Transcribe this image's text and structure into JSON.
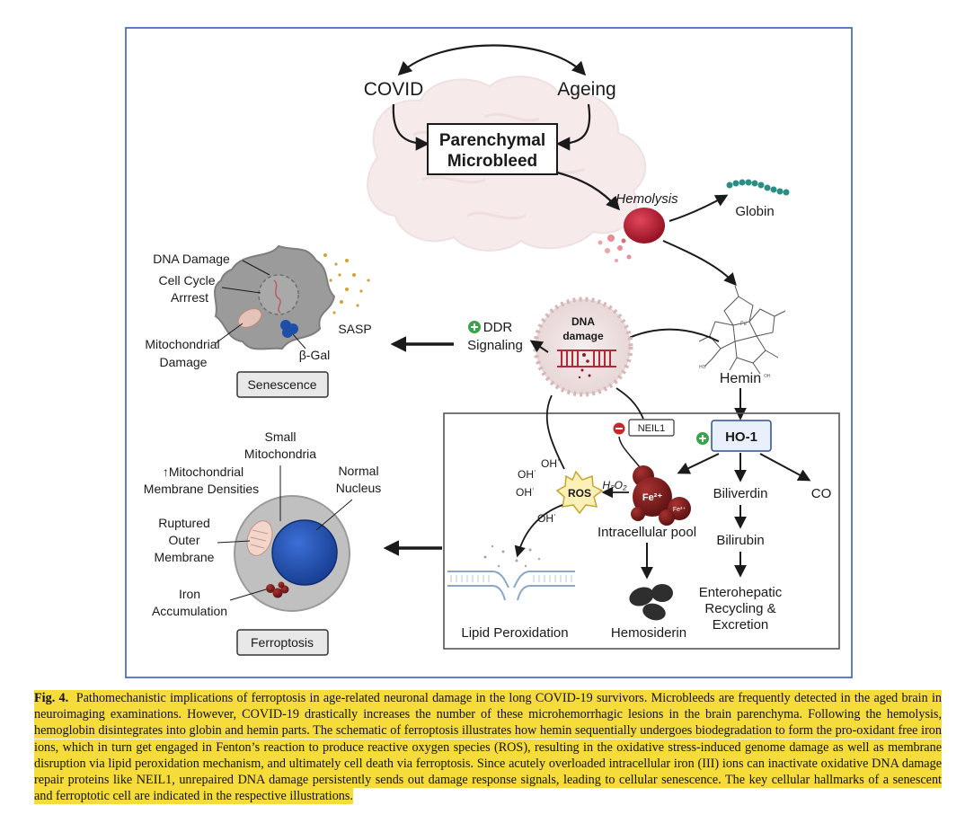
{
  "diagram": {
    "covid": "COVID",
    "ageing": "Ageing",
    "microbleed_line1": "Parenchymal",
    "microbleed_line2": "Microbleed",
    "hemolysis": "Hemolysis",
    "globin": "Globin",
    "hemin": "Hemin",
    "dna_damage_line1": "DNA",
    "dna_damage_line2": "damage",
    "ddr_line1": "DDR",
    "ddr_line2": "Signaling",
    "neil1": "NEIL1",
    "ho1": "HO-1",
    "biliverdin": "Biliverdin",
    "co": "CO",
    "bilirubin": "Bilirubin",
    "enterohepatic_line1": "Enterohepatic",
    "enterohepatic_line2": "Recycling &",
    "enterohepatic_line3": "Excretion",
    "ros": "ROS",
    "h2o2": "H₂O₂",
    "fe2": "Fe²⁺",
    "fe3": "Fe³⁺",
    "oh_radical": "OH˙",
    "intracellular_pool": "Intracellular pool",
    "lipid_peroxidation": "Lipid Peroxidation",
    "hemosiderin": "Hemosiderin",
    "senescence": {
      "dna_damage": "DNA Damage",
      "cell_cycle_line1": "Cell Cycle",
      "cell_cycle_line2": "Arrrest",
      "mito_line1": "Mitochondrial",
      "mito_line2": "Damage",
      "beta_gal": "β-Gal",
      "sasp": "SASP",
      "box_label": "Senescence"
    },
    "ferroptosis": {
      "small_mito_line1": "Small",
      "small_mito_line2": "Mitochondria",
      "membrane_dens_line1": "↑Mitochondrial",
      "membrane_dens_line2": "Membrane Densities",
      "normal_nucleus_line1": "Normal",
      "normal_nucleus_line2": "Nucleus",
      "ruptured_line1": "Ruptured",
      "ruptured_line2": "Outer",
      "ruptured_line3": "Membrane",
      "iron_line1": "Iron",
      "iron_line2": "Accumulation",
      "box_label": "Ferroptosis"
    },
    "colors": {
      "frame": "#4a6fc4",
      "blood_red": "#b3122a",
      "iron_dark": "#6e1414",
      "nucleus_blue": "#1f4fb0",
      "cell_grey": "#b8b8b8",
      "ho1_box": "#e9f0fb",
      "plus_green": "#3aa34a",
      "minus_red": "#c62828",
      "brain_pink": "#ecd6d6"
    }
  },
  "caption": {
    "label": "Fig. 4.",
    "text": "Pathomechanistic implications of ferroptosis in age-related neuronal damage in the long COVID-19 survivors. Microbleeds are frequently detected in the aged brain in neuroimaging examinations. However, COVID-19 drastically increases the number of these microhemorrhagic lesions in the brain parenchyma. Following the hemolysis, hemoglobin disintegrates into globin and hemin parts. The schematic of ferroptosis illustrates how hemin sequentially undergoes biodegradation to form the pro-oxidant free iron ions, which in turn get engaged in Fenton’s reaction to produce reactive oxygen species (ROS), resulting in the oxidative stress-induced genome damage as well as membrane disruption via lipid peroxidation mechanism, and ultimately cell death via ferroptosis. Since acutely overloaded intracellular iron (III) ions can inactivate oxidative DNA damage repair proteins like NEIL1, unrepaired DNA damage persistently sends out damage response signals, leading to cellular senescence. The key cellular hallmarks of a senescent and ferroptotic cell are indicated in the respective illustrations."
  }
}
